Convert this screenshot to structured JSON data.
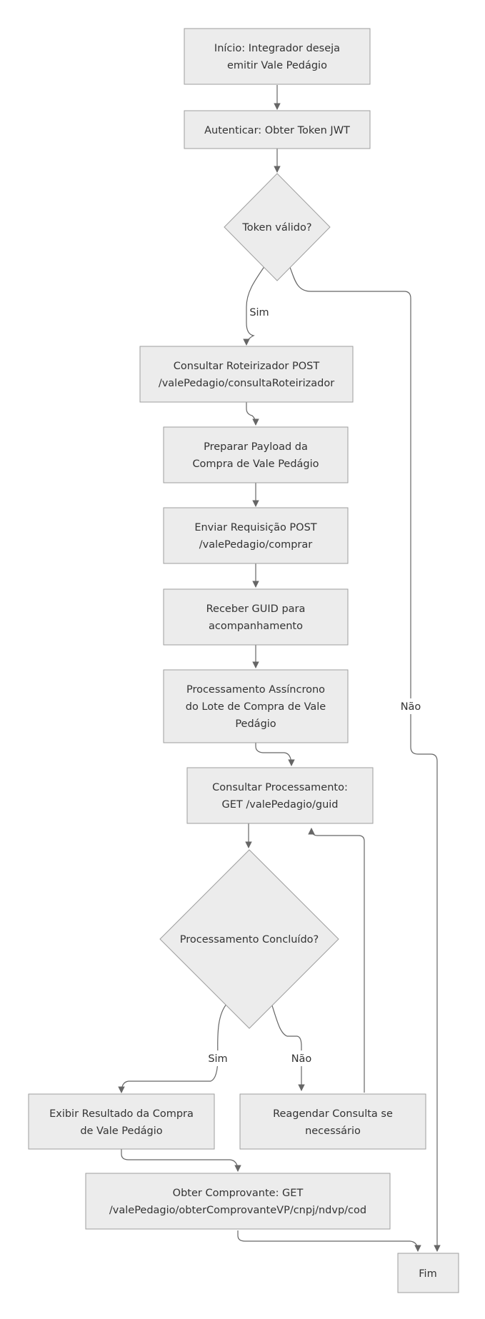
{
  "diagram": {
    "nodes": {
      "start": {
        "lines": [
          "Início: Integrador deseja",
          "emitir Vale Pedágio"
        ]
      },
      "auth": {
        "lines": [
          "Autenticar: Obter Token JWT"
        ]
      },
      "token_ok": {
        "lines": [
          "Token válido?"
        ]
      },
      "roteirizador": {
        "lines": [
          "Consultar Roteirizador POST",
          "/valePedagio/consultaRoteirizador"
        ]
      },
      "payload": {
        "lines": [
          "Preparar Payload da",
          "Compra de Vale Pedágio"
        ]
      },
      "enviar": {
        "lines": [
          "Enviar Requisição POST",
          "/valePedagio/comprar"
        ]
      },
      "guid": {
        "lines": [
          "Receber GUID para",
          "acompanhamento"
        ]
      },
      "async": {
        "lines": [
          "Processamento Assíncrono",
          "do Lote de Compra de Vale",
          "Pedágio"
        ]
      },
      "consultar": {
        "lines": [
          "Consultar Processamento:",
          "GET /valePedagio/guid"
        ]
      },
      "concluido": {
        "lines": [
          "Processamento Concluído?"
        ]
      },
      "exibir": {
        "lines": [
          "Exibir Resultado da Compra",
          "de Vale Pedágio"
        ]
      },
      "reagendar": {
        "lines": [
          "Reagendar Consulta se",
          "necessário"
        ]
      },
      "comprovante": {
        "lines": [
          "Obter Comprovante: GET",
          "/valePedagio/obterComprovanteVP/cnpj/ndvp/cod"
        ]
      },
      "fim": {
        "lines": [
          "Fim"
        ]
      }
    },
    "edges": {
      "token_sim": "Sim",
      "token_nao": "Não",
      "proc_sim": "Sim",
      "proc_nao": "Não"
    }
  }
}
